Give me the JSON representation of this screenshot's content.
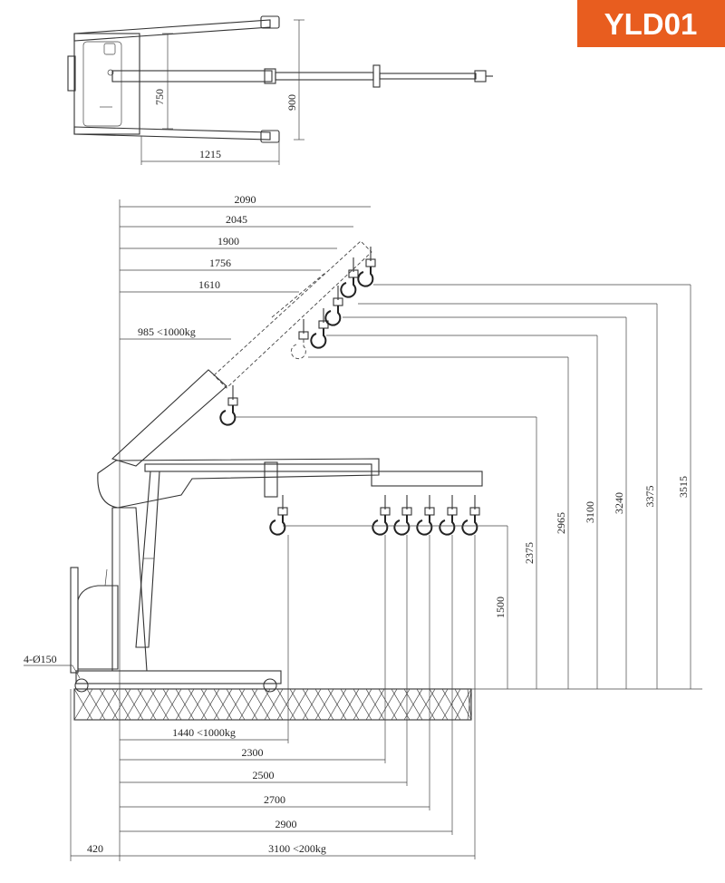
{
  "badge": {
    "text": "YLD01",
    "color": "#e85d1f"
  },
  "top_view": {
    "dims": {
      "inner_width": "750",
      "outer_width": "900",
      "leg_length": "1215"
    }
  },
  "side_view": {
    "boom_dims": [
      "2090",
      "2045",
      "1900",
      "1756",
      "1610",
      "985 <1000kg"
    ],
    "wheel_label": "4-Ø150",
    "height_dims": [
      "1500",
      "2375",
      "2965",
      "3100",
      "3240",
      "3375",
      "3515"
    ],
    "floor_dims": [
      "1440 <1000kg",
      "2300",
      "2500",
      "2700",
      "2900",
      "3100 <200kg"
    ],
    "base_dim": "420"
  }
}
